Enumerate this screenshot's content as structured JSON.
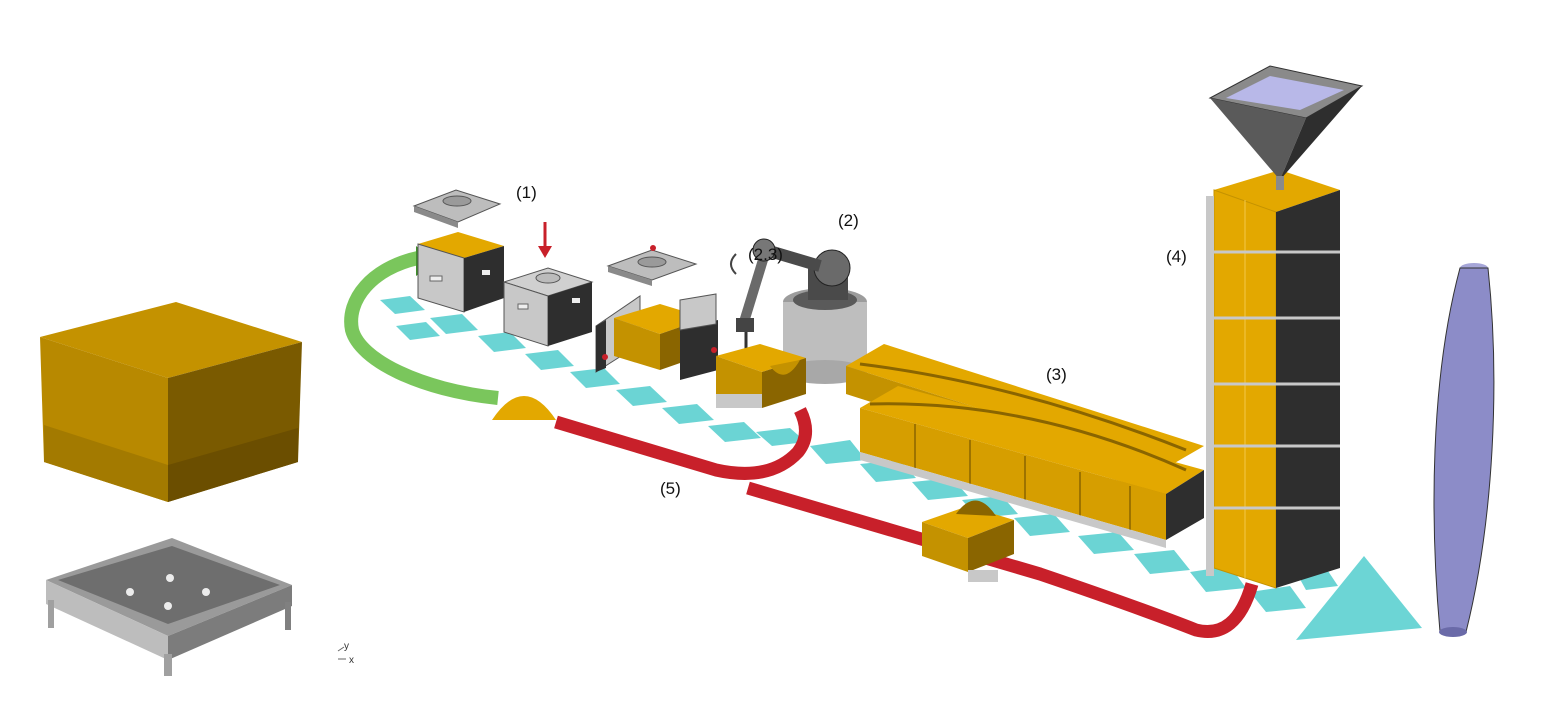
{
  "labels": {
    "step1": "(1)",
    "step2": "(2)",
    "step2b": "(2.3)",
    "step3": "(3)",
    "step4": "(4)",
    "step5": "(5)"
  },
  "axis": {
    "y": "y",
    "x": "x"
  },
  "colors": {
    "mold_gold": "#E3A800",
    "mold_gold_dark": "#A87A00",
    "tile_cyan": "#5CD0D0",
    "return_red": "#C8202A",
    "return_green": "#6CC04A",
    "frame_grey": "#C8C8C8",
    "frame_dark": "#2E2E2E",
    "column_lavender": "#8C8CC8",
    "hopper_grey": "#7A7A7A"
  }
}
